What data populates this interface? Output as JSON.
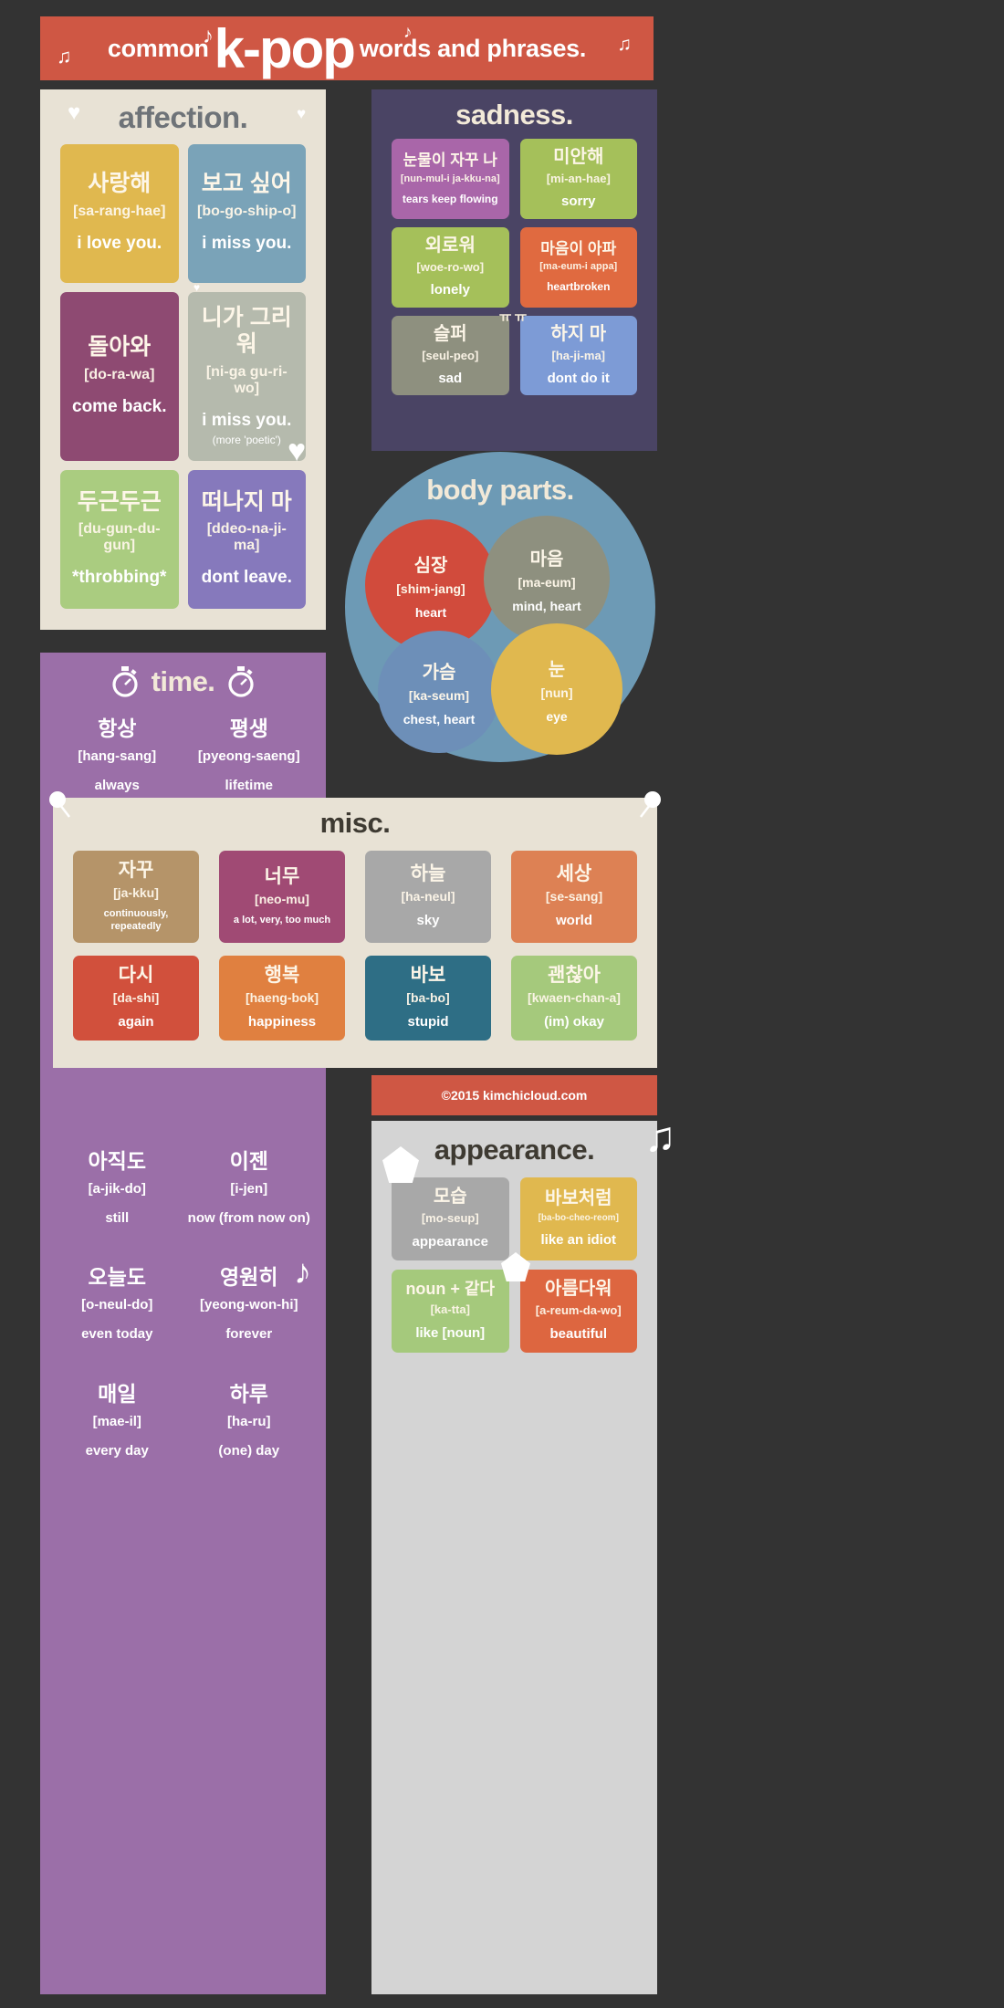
{
  "header": {
    "part1": "common",
    "part2": "k-pop",
    "part3": "words and phrases.",
    "bg": "#CF5744",
    "note_icon": "music-note-icon"
  },
  "affection": {
    "title": "affection.",
    "bg": "#E8E2D5",
    "heart_icon": "heart-icon",
    "cards": [
      {
        "kr": "사랑해",
        "rom": "[sa-rang-hae]",
        "en": "i love you.",
        "color": "#E0B84F"
      },
      {
        "kr": "보고 싶어",
        "rom": "[bo-go-ship-o]",
        "en": "i miss you.",
        "color": "#7AA3B8"
      },
      {
        "kr": "돌아와",
        "rom": "[do-ra-wa]",
        "en": "come back.",
        "color": "#8E4A72"
      },
      {
        "kr": "니가 그리워",
        "rom": "[ni-ga gu-ri-wo]",
        "en": "i miss you.",
        "note": "(more 'poetic')",
        "color": "#B5BAAD"
      },
      {
        "kr": "두근두근",
        "rom": "[du-gun-du-gun]",
        "en": "*throbbing*",
        "color": "#AACC80"
      },
      {
        "kr": "떠나지 마",
        "rom": "[ddeo-na-ji-ma]",
        "en": "dont leave.",
        "color": "#8679BC"
      }
    ]
  },
  "sadness": {
    "title": "sadness.",
    "bg": "#4A4464",
    "emote": "ㅠㅠ",
    "cards": [
      {
        "kr": "눈물이 자꾸 나",
        "rom": "[nun-mul-i ja-kku-na]",
        "en": "tears keep flowing",
        "color": "#A966A9",
        "small": true
      },
      {
        "kr": "미안해",
        "rom": "[mi-an-hae]",
        "en": "sorry",
        "color": "#A5C05A"
      },
      {
        "kr": "외로워",
        "rom": "[woe-ro-wo]",
        "en": "lonely",
        "color": "#A5C05A"
      },
      {
        "kr": "마음이 아파",
        "rom": "[ma-eum-i appa]",
        "en": "heartbroken",
        "color": "#E06A40",
        "small": true
      },
      {
        "kr": "슬퍼",
        "rom": "[seul-peo]",
        "en": "sad",
        "color": "#8E907F"
      },
      {
        "kr": "하지 마",
        "rom": "[ha-ji-ma]",
        "en": "dont do it",
        "color": "#7D9BD6"
      }
    ]
  },
  "body_parts": {
    "title": "body parts.",
    "bg": "#6D9AB5",
    "bubbles": [
      {
        "kr": "심장",
        "rom": "[shim-jang]",
        "en": "heart",
        "color": "#D14B3C"
      },
      {
        "kr": "마음",
        "rom": "[ma-eum]",
        "en": "mind, heart",
        "color": "#8E907F"
      },
      {
        "kr": "가슴",
        "rom": "[ka-seum]",
        "en": "chest, heart",
        "color": "#6D8FB8"
      },
      {
        "kr": "눈",
        "rom": "[nun]",
        "en": "eye",
        "color": "#E0B84F"
      }
    ]
  },
  "time": {
    "title": "time.",
    "bg": "#9B6FA8",
    "stopwatch_icon": "stopwatch-icon",
    "top_words": [
      {
        "kr": "항상",
        "rom": "[hang-sang]",
        "en": "always"
      },
      {
        "kr": "평생",
        "rom": "[pyeong-saeng]",
        "en": "lifetime"
      }
    ],
    "bottom_words": [
      {
        "kr": "아직도",
        "rom": "[a-jik-do]",
        "en": "still"
      },
      {
        "kr": "이젠",
        "rom": "[i-jen]",
        "en": "now (from now on)"
      },
      {
        "kr": "오늘도",
        "rom": "[o-neul-do]",
        "en": "even today"
      },
      {
        "kr": "영원히",
        "rom": "[yeong-won-hi]",
        "en": "forever"
      },
      {
        "kr": "매일",
        "rom": "[mae-il]",
        "en": "every day"
      },
      {
        "kr": "하루",
        "rom": "[ha-ru]",
        "en": "(one) day"
      }
    ]
  },
  "misc": {
    "title": "misc.",
    "bg": "#E8E2D5",
    "pushpin_icon": "pushpin-icon",
    "cards": [
      {
        "kr": "자꾸",
        "rom": "[ja-kku]",
        "en": "continuously, repeatedly",
        "color": "#B59469",
        "small": true
      },
      {
        "kr": "너무",
        "rom": "[neo-mu]",
        "en": "a lot, very, too much",
        "color": "#A04A74",
        "small": true
      },
      {
        "kr": "하늘",
        "rom": "[ha-neul]",
        "en": "sky",
        "color": "#A8A8A8"
      },
      {
        "kr": "세상",
        "rom": "[se-sang]",
        "en": "world",
        "color": "#DD8154"
      },
      {
        "kr": "다시",
        "rom": "[da-shi]",
        "en": "again",
        "color": "#D1503C"
      },
      {
        "kr": "행복",
        "rom": "[haeng-bok]",
        "en": "happiness",
        "color": "#E08040"
      },
      {
        "kr": "바보",
        "rom": "[ba-bo]",
        "en": "stupid",
        "color": "#2E6E85"
      },
      {
        "kr": "괜찮아",
        "rom": "[kwaen-chan-a]",
        "en": "(im) okay",
        "color": "#A5C97C"
      }
    ]
  },
  "copyright": {
    "text": "©2015 kimchicloud.com",
    "bg": "#CF5744"
  },
  "appearance": {
    "title": "appearance.",
    "bg": "#D4D4D4",
    "pentagon_icon": "pentagon-icon",
    "cards": [
      {
        "kr": "모습",
        "rom": "[mo-seup]",
        "en": "appearance",
        "color": "#A8A8A8"
      },
      {
        "kr": "바보처럼",
        "rom": "[ba-bo-cheo-reom]",
        "en": "like an idiot",
        "color": "#E0B84F",
        "tiny": true
      },
      {
        "kr": "noun + 같다",
        "rom": "[ka-tta]",
        "en": "like [noun]",
        "color": "#A5C97C",
        "sm": true
      },
      {
        "kr": "아름다워",
        "rom": "[a-reum-da-wo]",
        "en": "beautiful",
        "color": "#DD6640"
      }
    ]
  }
}
